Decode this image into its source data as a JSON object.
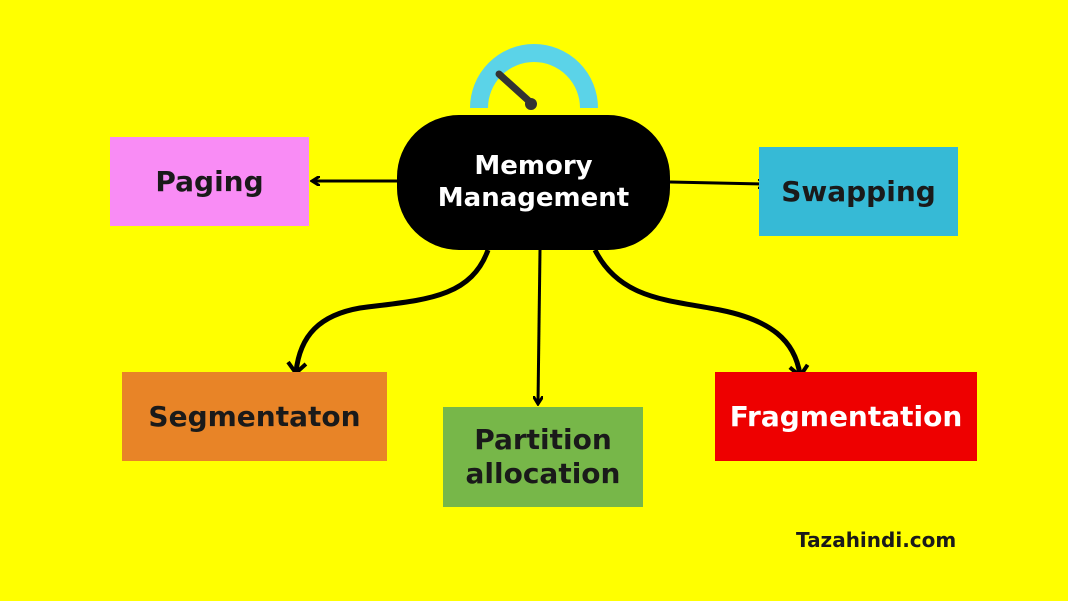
{
  "center": {
    "label_line1": "Memory",
    "label_line2": "Management"
  },
  "nodes": {
    "paging": "Paging",
    "swapping": "Swapping",
    "segmentation": "Segmentaton",
    "partition_line1": "Partition",
    "partition_line2": "allocation",
    "fragmentation": "Fragmentation"
  },
  "watermark": "Tazahindi.com",
  "colors": {
    "background": "#FFFF00",
    "center": "#000000",
    "paging": "#F98CF5",
    "swapping": "#36BAD6",
    "segmentation": "#E88427",
    "partition": "#77B749",
    "fragmentation": "#EE0000",
    "gauge": "#5BD3E8"
  },
  "icons": [
    "gauge-icon"
  ]
}
